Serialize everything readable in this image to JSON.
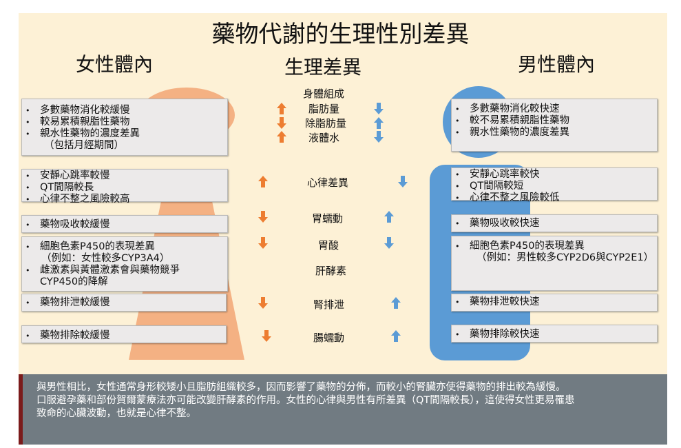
{
  "title": "藥物代謝的生理性別差異",
  "headers": {
    "female": "女性體內",
    "middle": "生理差異",
    "male": "男性體內"
  },
  "body_composition": {
    "heading": "身體組成",
    "items": [
      "脂肪量",
      "除脂肪量",
      "液體水"
    ]
  },
  "female": {
    "box1": [
      "多數藥物消化較緩慢",
      "較易累積親脂性藥物",
      "親水性藥物的濃度差異"
    ],
    "box1_sub": "（包括月經期間）",
    "box2": [
      "安靜心跳率較慢",
      "QT間隔較長",
      "心律不整之風險較高"
    ],
    "box3": [
      "藥物吸收較緩慢"
    ],
    "box4a": [
      "細胞色素P450的表現差異"
    ],
    "box4_sub": "（例如：女性較多CYP3A4）",
    "box4b": [
      "雌激素與黃體激素會與藥物競爭",
      "CYP450的降解"
    ],
    "box5": [
      "藥物排泄較緩慢"
    ],
    "box6": [
      "藥物排除較緩慢"
    ]
  },
  "male": {
    "box1": [
      "多數藥物消化較快速",
      "較不易累積親脂性藥物",
      "親水性藥物的濃度差異"
    ],
    "box2": [
      "安靜心跳率較快",
      "QT間隔較短",
      "心律不整之風險較低"
    ],
    "box3": [
      "藥物吸收較快速"
    ],
    "box4": [
      "細胞色素P450的表現差異"
    ],
    "box4_sub": "（例如：男性較多CYP2D6與CYP2E1）",
    "box5": [
      "藥物排泄較快速"
    ],
    "box6": [
      "藥物排除較快速"
    ]
  },
  "differences": [
    "心律差異",
    "胃蠕動",
    "胃酸",
    "肝酵素",
    "腎排泄",
    "腸蠕動"
  ],
  "footer": [
    "與男性相比，女性通常身形較矮小且脂肪組織較多，因而影響了藥物的分佈，而較小的腎臟亦使得藥物的排出較為緩慢。",
    "口服避孕藥和部份賀爾蒙療法亦可能改變肝酵素的作用。女性的心律與男性有所差異（QT間隔較長），這使得女性更易罹患",
    "致命的心臟波動，也就是心律不整。"
  ],
  "colors": {
    "background": "#fdf1d6",
    "female_shape": "#f4b183",
    "male_shape": "#5b9bd5",
    "arrow": "#ed7d31",
    "arrow_male": "#5b9bd5",
    "footer": "#717b82"
  },
  "icons": {
    "up_orange": "arrow-up-icon",
    "down_orange": "arrow-down-icon",
    "up_blue": "arrow-up-icon",
    "down_blue": "arrow-down-icon"
  }
}
